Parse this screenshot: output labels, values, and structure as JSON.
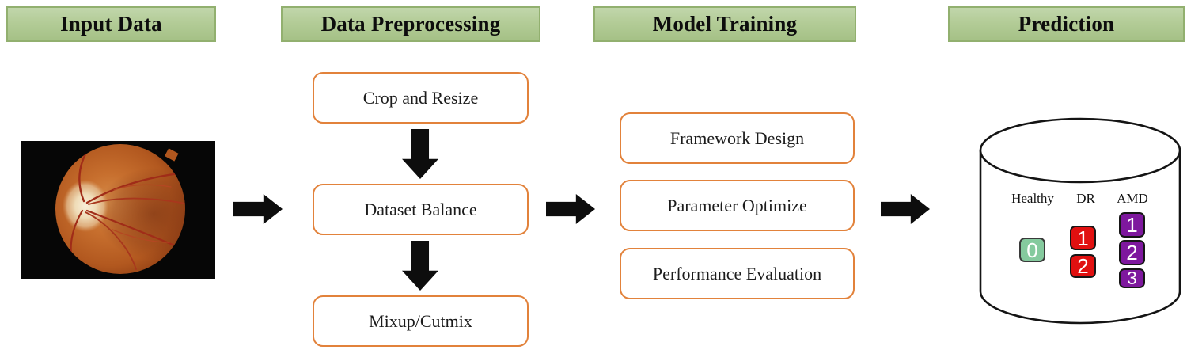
{
  "header": {
    "stages": [
      {
        "label": "Input Data"
      },
      {
        "label": "Data Preprocessing"
      },
      {
        "label": "Model Training"
      },
      {
        "label": "Prediction"
      }
    ]
  },
  "input": {
    "image_name": "retinal-fundus-photograph"
  },
  "preprocessing": {
    "steps": [
      "Crop and Resize",
      "Dataset Balance",
      "Mixup/Cutmix"
    ]
  },
  "training": {
    "steps": [
      "Framework Design",
      "Parameter Optimize",
      "Performance Evaluation"
    ]
  },
  "prediction": {
    "database_icon": "database-cylinder",
    "classes": [
      {
        "label": "Healthy",
        "color": "#85ca9e",
        "codes": [
          "0"
        ]
      },
      {
        "label": "DR",
        "color": "#e11010",
        "codes": [
          "1",
          "2"
        ]
      },
      {
        "label": "AMD",
        "color": "#7e189e",
        "codes": [
          "1",
          "2",
          "3"
        ]
      }
    ]
  },
  "colors": {
    "stage_header_fill_top": "#c1d6ab",
    "stage_header_fill_bottom": "#a5c186",
    "stage_header_border": "#92b06f",
    "process_box_border": "#e2823b",
    "arrow": "#0d0d0d"
  }
}
